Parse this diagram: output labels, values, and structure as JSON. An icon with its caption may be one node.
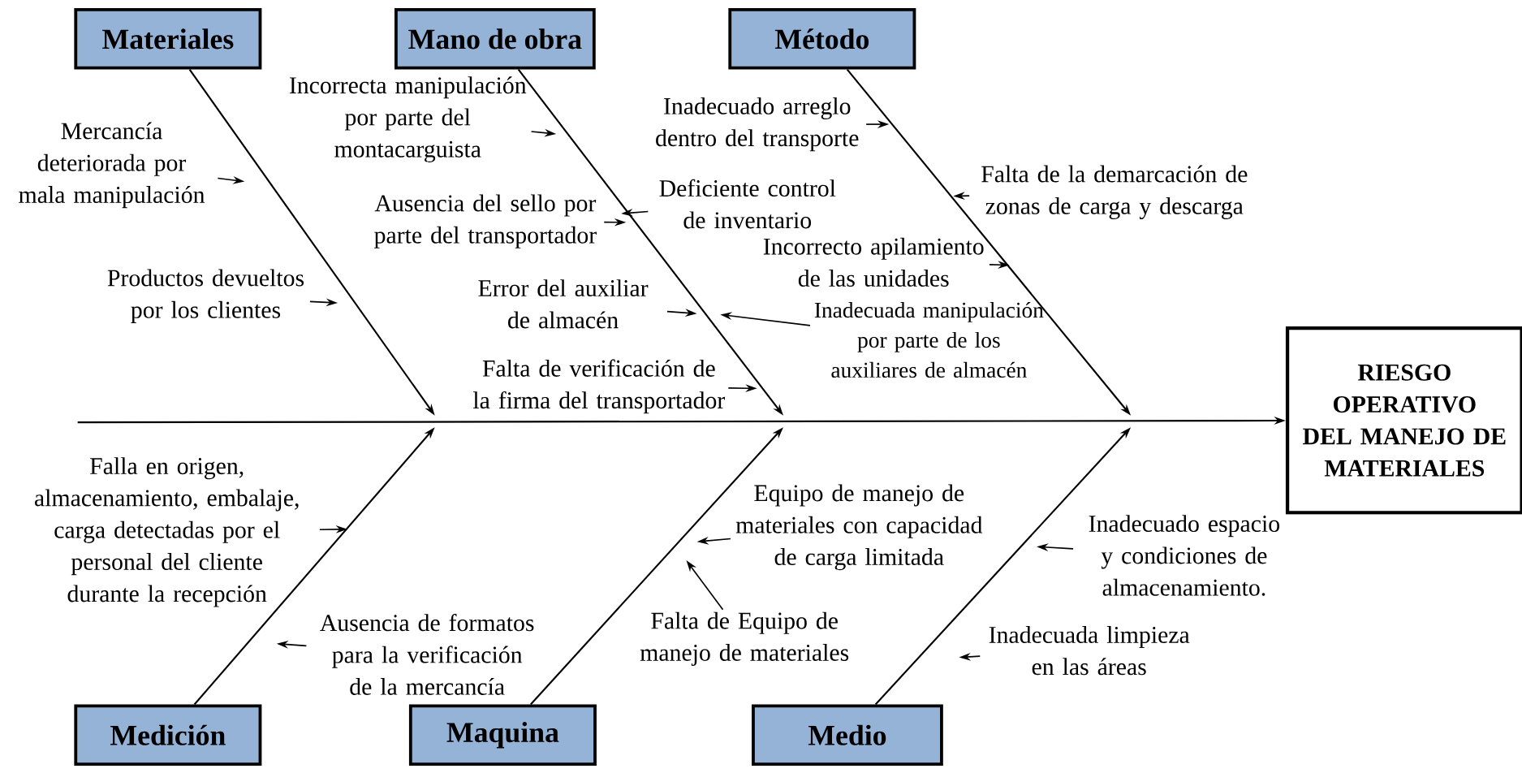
{
  "diagram": {
    "nodes": [
      {
        "text": [
          "Materiales"
        ]
      },
      {
        "text": [
          "Mano de obra"
        ]
      },
      {
        "text": [
          "Método"
        ]
      },
      {
        "text": [
          "Medición"
        ]
      },
      {
        "text": [
          "Maquina"
        ]
      },
      {
        "text": [
          "Medio"
        ]
      },
      {
        "text": [
          "RIESGO OPERATIVO DEL MANEJO DE MATERIALES"
        ]
      },
      {
        "text": [
          "Mercancía deteriorada por mala manipulación"
        ]
      },
      {
        "text": [
          "Productos devueltos por los clientes"
        ]
      },
      {
        "text": [
          "Incorrecta manipulación por parte del montacarguista"
        ]
      },
      {
        "text": [
          "Ausencia del sello por parte del transportador"
        ]
      },
      {
        "text": [
          "Deficiente control de inventario"
        ]
      },
      {
        "text": [
          "Error del auxiliar de almacén"
        ]
      },
      {
        "text": [
          "Falta de verificación de la firma del transportador"
        ]
      },
      {
        "text": [
          "Inadecuado arreglo dentro del transporte"
        ]
      },
      {
        "text": [
          "Falta de la demarcación de zonas de carga y descarga"
        ]
      },
      {
        "text": [
          "Incorrecto apilamiento de las unidades"
        ]
      },
      {
        "text": [
          "Inadecuada manipulación por parte de los auxiliares de almacén"
        ]
      },
      {
        "text": [
          "Falla en origen, almacenamiento, embalaje, carga detectadas por el personal del cliente durante la recepción"
        ]
      },
      {
        "text": [
          "Ausencia de formatos para la verificación de la mercancía"
        ]
      },
      {
        "text": [
          "Equipo de manejo de materiales con capacidad de carga limitada"
        ]
      },
      {
        "text": [
          "Falta de Equipo de manejo de materiales"
        ]
      },
      {
        "text": [
          "Inadecuado espacio y condiciones de almacenamiento."
        ]
      },
      {
        "text": [
          "Inadecuada limpieza en las áreas"
        ]
      }
    ],
    "edges": [
      {
        "from": null,
        "to": 6,
        "arrow": "to"
      },
      {
        "from": 0,
        "to": null,
        "arrow": "to"
      },
      {
        "from": 1,
        "to": null,
        "arrow": "to"
      },
      {
        "from": 2,
        "to": null,
        "arrow": "to"
      },
      {
        "from": 3,
        "to": null,
        "arrow": "to"
      },
      {
        "from": 4,
        "to": null,
        "arrow": "to"
      },
      {
        "from": 5,
        "to": null,
        "arrow": "to"
      },
      {
        "from": 7,
        "to": null,
        "arrow": "to"
      },
      {
        "from": 8,
        "to": null,
        "arrow": "to"
      },
      {
        "from": 9,
        "to": null,
        "arrow": "to"
      },
      {
        "from": 10,
        "to": null,
        "arrow": "to"
      },
      {
        "from": 11,
        "to": null,
        "arrow": "to"
      },
      {
        "from": 12,
        "to": null,
        "arrow": "to"
      },
      {
        "from": 13,
        "to": null,
        "arrow": "to"
      },
      {
        "from": 14,
        "to": null,
        "arrow": "to"
      },
      {
        "from": 15,
        "to": null,
        "arrow": "to"
      },
      {
        "from": 16,
        "to": null,
        "arrow": "to"
      },
      {
        "from": 17,
        "to": null,
        "arrow": "to"
      },
      {
        "from": 18,
        "to": null,
        "arrow": "to"
      },
      {
        "from": 19,
        "to": null,
        "arrow": "to"
      },
      {
        "from": 20,
        "to": null,
        "arrow": "to"
      },
      {
        "from": 21,
        "to": null,
        "arrow": "to"
      },
      {
        "from": 22,
        "to": null,
        "arrow": "to"
      },
      {
        "from": 23,
        "to": null,
        "arrow": "to"
      }
    ]
  }
}
